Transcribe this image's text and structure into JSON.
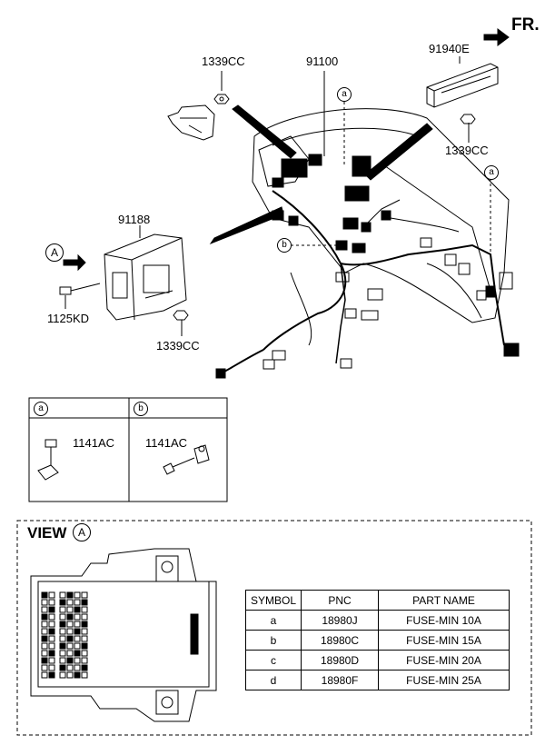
{
  "direction": "FR.",
  "callouts": {
    "c1339cc_top": "1339CC",
    "c91100": "91100",
    "c91940e": "91940E",
    "c1339cc_right": "1339CC",
    "c91188": "91188",
    "c1125kd": "1125KD",
    "c1339cc_bottom": "1339CC"
  },
  "markers": {
    "a": "a",
    "b": "b",
    "A": "A"
  },
  "detail_boxes": [
    {
      "marker": "a",
      "part": "1141AC"
    },
    {
      "marker": "b",
      "part": "1141AC"
    }
  ],
  "view": {
    "title": "VIEW",
    "marker": "A"
  },
  "table": {
    "headers": [
      "SYMBOL",
      "PNC",
      "PART NAME"
    ],
    "rows": [
      [
        "a",
        "18980J",
        "FUSE-MIN 10A"
      ],
      [
        "b",
        "18980C",
        "FUSE-MIN 15A"
      ],
      [
        "c",
        "18980D",
        "FUSE-MIN 20A"
      ],
      [
        "d",
        "18980F",
        "FUSE-MIN 25A"
      ]
    ]
  }
}
